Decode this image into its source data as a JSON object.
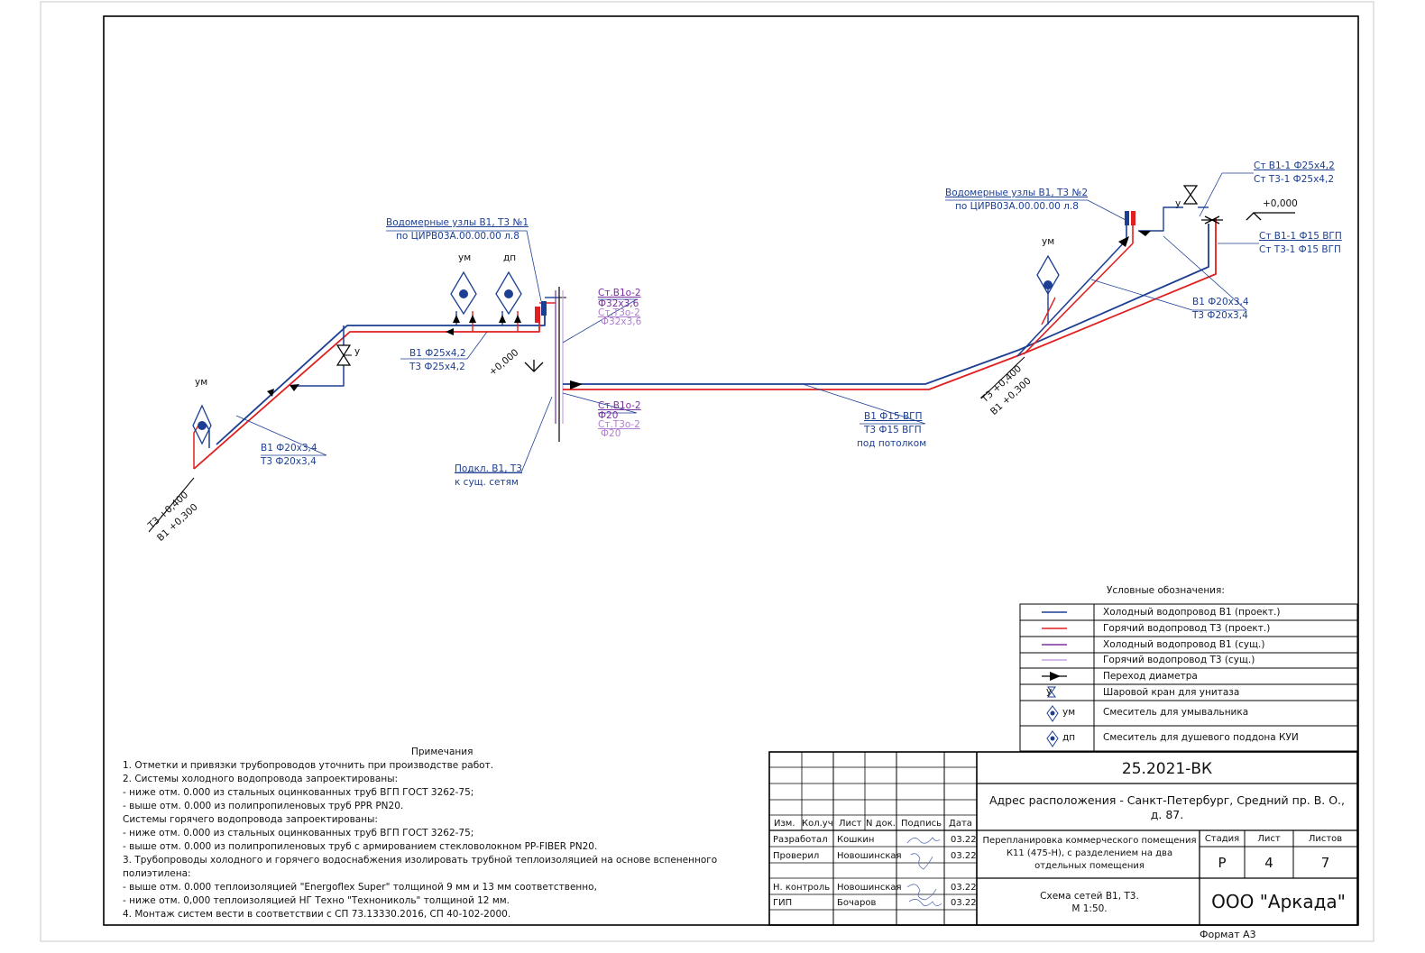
{
  "labels": {
    "nodes1_line1": "Водомерные узлы В1, Т3 №1",
    "nodes1_line2": "по ЦИРВ03А.00.00.00  л.8",
    "nodes2_line1": "Водомерные узлы В1, Т3 №2",
    "nodes2_line2": "по ЦИРВ03А.00.00.00  л.8",
    "um_left": "ум",
    "um_mid": "ум",
    "dp_mid": "дп",
    "um_right": "ум",
    "u_left": "у",
    "u_right": "у",
    "b1_25": "В1 Ф25х4,2",
    "t3_25": "Т3 Ф25х4,2",
    "b1_20_left": "В1 Ф20х3,4",
    "t3_20_left": "Т3 Ф20х3,4",
    "b1_20_right": "В1 Ф20х3,4",
    "t3_20_right": "Т3 Ф20х3,4",
    "st_b1o2_top": "Ст.В1о-2",
    "d32_top": "Ф32х3,6",
    "st_t3o2_top": "Ст.Т3о-2",
    "d32_top2": "Ф32х3,6",
    "st_b1o2_bot": "Ст.В1о-2",
    "d20_bot": "Ф20",
    "st_t3o2_bot": "Ст.Т3о-2",
    "d20_bot2": "Ф20",
    "level_mid": "+0,000",
    "level_right": "+0,000",
    "podkl1": "Подкл. В1, Т3",
    "podkl2": "к сущ. сетям",
    "b1_15": "В1 Ф15 ВГП",
    "t3_15": "Т3 Ф15 ВГП",
    "under_ceiling": "под потолком",
    "st_b1_25": "Ст В1-1 Ф25х4,2",
    "st_t3_25": "Ст Т3-1 Ф25х4,2",
    "st_b1_15": "Ст В1-1 Ф15 ВГП",
    "st_t3_15": "Ст Т3-1 Ф15 ВГП",
    "elev_left_t3": "Т3 +0,400",
    "elev_left_b1": "В1 +0,300",
    "elev_right_t3": "Т3 +0,400",
    "elev_right_b1": "В1 +0,300"
  },
  "legend": {
    "title": "Условные обозначения:",
    "items": [
      {
        "symbol": "line",
        "color": "#1c3f93",
        "text": "Холодный водопровод В1 (проект.)"
      },
      {
        "symbol": "line",
        "color": "#e02020",
        "text": "Горячий водопровод Т3 (проект.)"
      },
      {
        "symbol": "line",
        "color": "#7a2f9e",
        "text": "Холодный водопровод В1 (сущ.)"
      },
      {
        "symbol": "line",
        "color": "#c9a3e0",
        "text": "Горячий водопровод Т3 (сущ.)"
      },
      {
        "symbol": "arrow",
        "color": "#000000",
        "text": "Переход диаметра"
      },
      {
        "symbol": "valve",
        "sym_label": "у",
        "color": "#1c3f93",
        "text": "Шаровой кран для унитаза"
      },
      {
        "symbol": "mixer",
        "sym_label": "ум",
        "color": "#1c3f93",
        "text": "Смеситель для умывальника"
      },
      {
        "symbol": "mixer",
        "sym_label": "дп",
        "color": "#1c3f93",
        "text": "Смеситель для душевого поддона КУИ"
      }
    ]
  },
  "notes": {
    "title": "Примечания",
    "lines": [
      "1. Отметки и привязки трубопроводов уточнить при производстве работ.",
      "2. Системы холодного водопровода запроектированы:",
      "  -   ниже отм. 0.000 из стальных оцинкованных труб ВГП ГОСТ 3262-75;",
      "  -   выше отм. 0.000 из полипропиленовых труб PPR PN20.",
      "Системы горячего водопровода запроектированы:",
      "  -   ниже отм. 0.000 из стальных оцинкованных труб ВГП ГОСТ 3262-75;",
      "  -   выше отм. 0.000 из полипропиленовых труб с армированием стекловолокном PP-FIBER PN20.",
      "3.  Трубопроводы  холодного  и  горячего  водоснабжения  изолировать  трубной  теплоизоляцией  на  основе  вспененного",
      "полиэтилена:",
      "  - выше отм. 0.000 теплоизоляцией \"Energoflex Super\" толщиной 9 мм и 13 мм соответственно,",
      "  - ниже отм. 0,000 теплоизоляцией НГ Техно \"Технониколь\" толщиной 12 мм.",
      "4. Монтаж систем вести в соответствии с СП 73.13330.2016, СП 40-102-2000."
    ]
  },
  "stamp": {
    "doc_code": "25.2021-ВК",
    "address": "Адрес расположения - Санкт-Петербург, Средний пр. В. О.,",
    "address2": "д. 87.",
    "project_line1": "Перепланировка коммерческого помещения",
    "project_line2": "К11 (475-Н), с разделением на два",
    "project_line3": "отдельных помещения",
    "stage_h": "Стадия",
    "sheet_h": "Лист",
    "sheets_h": "Листов",
    "stage": "Р",
    "sheet": "4",
    "sheets": "7",
    "drawing_line1": "Схема сетей В1, Т3.",
    "drawing_line2": "М 1:50.",
    "company": "ООО \"Аркада\"",
    "col_izm": "Изм.",
    "col_kol": "Кол.уч",
    "col_list": "Лист",
    "col_ndok": "N док.",
    "col_podp": "Подпись",
    "col_data": "Дата",
    "rows": [
      {
        "role": "Разработал",
        "name": "Кошкин",
        "date": "03.22"
      },
      {
        "role": "Проверил",
        "name": "Новошинская",
        "date": "03.22"
      },
      {
        "role": "Н. контроль",
        "name": "Новошинская",
        "date": "03.22"
      },
      {
        "role": "ГИП",
        "name": "Бочаров",
        "date": "03.22"
      }
    ],
    "format": "Формат А3"
  },
  "colors": {
    "cold_proj": "#1c3f93",
    "hot_proj": "#e02020",
    "cold_exist": "#7a2f9e",
    "hot_exist": "#c9a3e0",
    "label_blue": "#1c3f93"
  }
}
